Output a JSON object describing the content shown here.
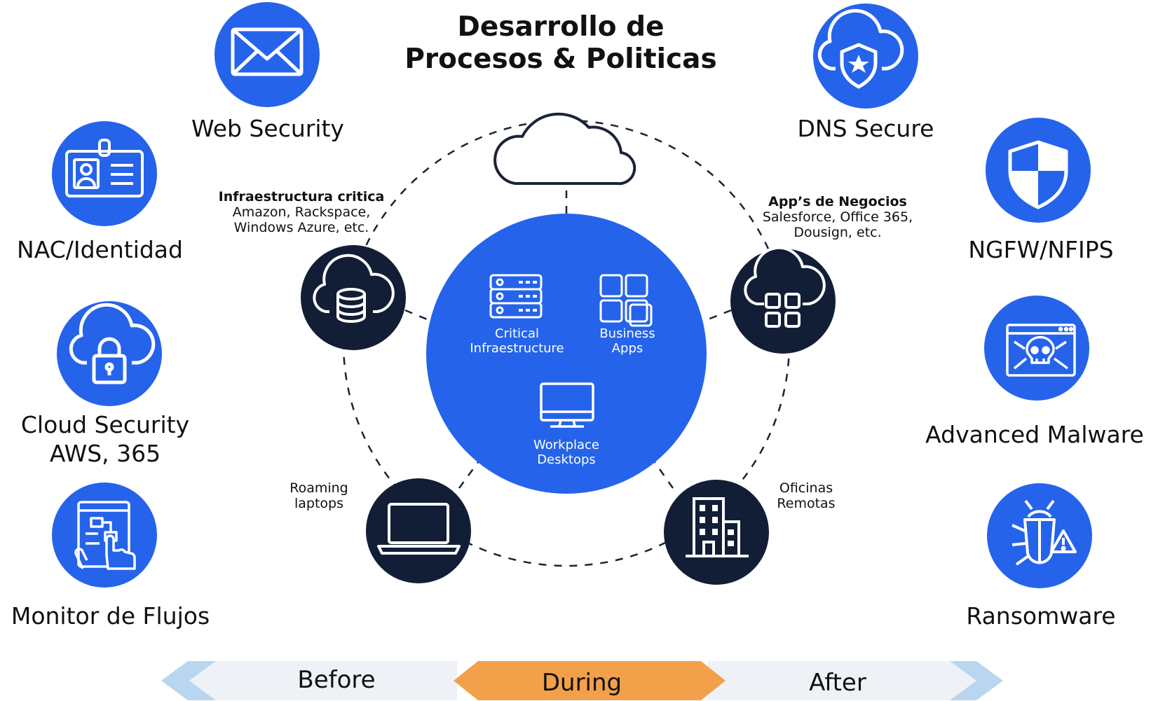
{
  "title": {
    "line1": "Desarrollo de",
    "line2": "Procesos & Politicas"
  },
  "colors": {
    "blue": "#2563eb",
    "navy": "#121e36",
    "orange": "#f2a04a",
    "light_blue": "#b8d6ef",
    "pale": "#eef1f5"
  },
  "left_items": [
    {
      "icon": "envelope-icon",
      "label": "Web Security"
    },
    {
      "icon": "id-card-icon",
      "label": "NAC/Identidad"
    },
    {
      "icon": "cloud-lock-icon",
      "line1": "Cloud Security",
      "line2": "AWS, 365"
    },
    {
      "icon": "flow-monitor-icon",
      "label": "Monitor de Flujos"
    }
  ],
  "right_items": [
    {
      "icon": "cloud-shield-icon",
      "label": "DNS Secure"
    },
    {
      "icon": "shield-icon",
      "label": "NGFW/NFIPS"
    },
    {
      "icon": "malware-skull-icon",
      "label": "Advanced Malware"
    },
    {
      "icon": "bug-warning-icon",
      "label": "Ransomware"
    }
  ],
  "center": {
    "critical": {
      "line1": "Critical",
      "line2": "Infraestructure"
    },
    "business": {
      "line1": "Business",
      "line2": "Apps"
    },
    "workplace": {
      "line1": "Workplace",
      "line2": "Desktops"
    }
  },
  "nodes": {
    "infra": {
      "title": "Infraestructura critica",
      "line1": "Amazon, Rackspace,",
      "line2": "Windows Azure, etc."
    },
    "apps": {
      "title": "App’s de Negocios",
      "line1": "Salesforce, Office 365,",
      "line2": "Dousign, etc."
    },
    "roaming": {
      "line1": "Roaming",
      "line2": "laptops"
    },
    "offices": {
      "line1": "Oficinas",
      "line2": "Remotas"
    }
  },
  "timeline": {
    "before": "Before",
    "during": "During",
    "after": "After"
  }
}
